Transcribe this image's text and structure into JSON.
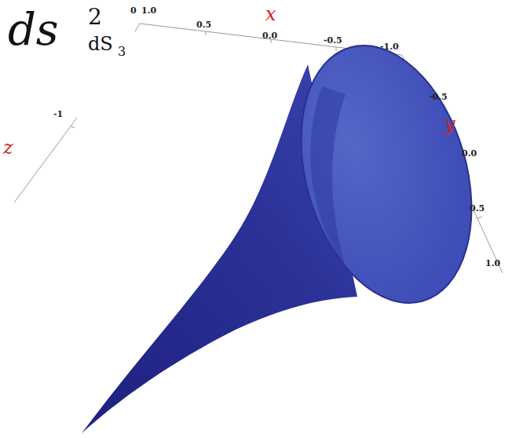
{
  "diagram": {
    "labels": [
      "ds",
      "2",
      "dS",
      "3",
      "0",
      "1.0",
      "0.5",
      "x",
      "0.0",
      "-0.5",
      "-1.0",
      "-0.5",
      "y",
      "0.0",
      "0.5",
      "1.0",
      "z",
      "-1"
    ]
  }
}
